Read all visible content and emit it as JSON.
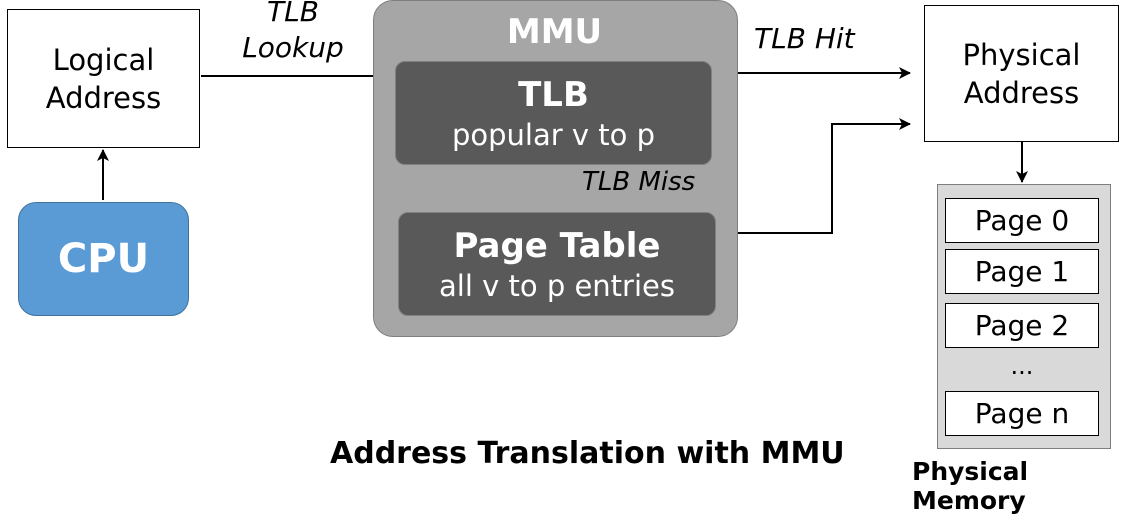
{
  "caption": "Address Translation with MMU",
  "logical_address": "Logical\nAddress",
  "physical_address": "Physical\nAddress",
  "cpu": "CPU",
  "mmu": {
    "title": "MMU",
    "tlb": {
      "title": "TLB",
      "desc": "popular v to p"
    },
    "page_table": {
      "title": "Page Table",
      "desc": "all v to p entries"
    }
  },
  "labels": {
    "tlb_lookup": "TLB\nLookup",
    "tlb_hit": "TLB Hit",
    "tlb_miss": "TLB Miss"
  },
  "physical_memory": {
    "title": "Physical Memory",
    "pages": [
      "Page 0",
      "Page 1",
      "Page 2",
      "...",
      "Page n"
    ]
  }
}
